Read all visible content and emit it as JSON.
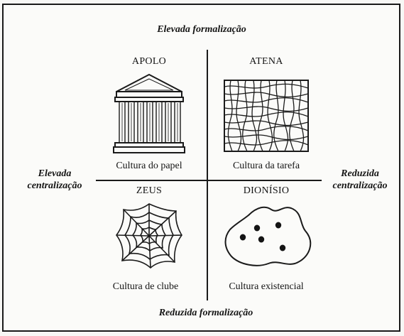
{
  "axes": {
    "top": "Elevada formalização",
    "bottom": "Reduzida formalização",
    "left": [
      "Elevada",
      "centralização"
    ],
    "right": [
      "Reduzida",
      "centralização"
    ]
  },
  "quadrants": {
    "top_left": {
      "god": "APOLO",
      "culture": "Cultura do papel",
      "icon": "greek-temple-icon"
    },
    "top_right": {
      "god": "ATENA",
      "culture": "Cultura da tarefa",
      "icon": "net-grid-icon"
    },
    "bottom_left": {
      "god": "ZEUS",
      "culture": "Cultura de clube",
      "icon": "spider-web-icon"
    },
    "bottom_right": {
      "god": "DIONÍSIO",
      "culture": "Cultura existencial",
      "icon": "dotted-blob-icon"
    }
  }
}
